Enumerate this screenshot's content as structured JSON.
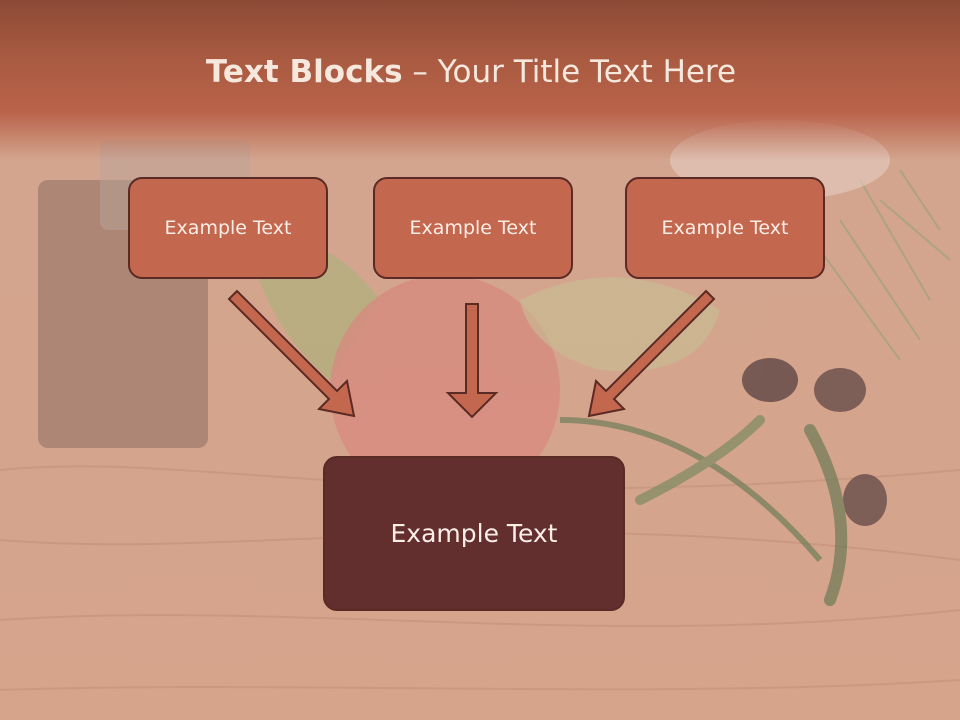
{
  "slide": {
    "title_bold": "Text Blocks",
    "title_rest": " – Your Title Text Here",
    "boxes": [
      "Example Text",
      "Example Text",
      "Example Text"
    ],
    "main_box": "Example Text"
  },
  "colors": {
    "header": "#a85a40",
    "box_fill": "#c3674e",
    "main_box_fill": "#632e2e",
    "arrow_fill": "#c3674e",
    "text": "#fbeee6"
  }
}
